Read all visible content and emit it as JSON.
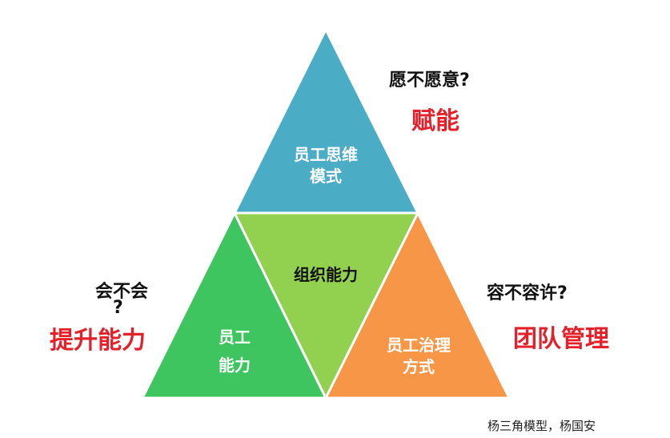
{
  "triangles": {
    "top": {
      "line1": "员工思维",
      "line2": "模式",
      "color": "#4bacc6"
    },
    "center": {
      "label": "组织能力",
      "color": "#92d050"
    },
    "left": {
      "line1": "员工",
      "line2": "能力",
      "color": "#3fc55f"
    },
    "right": {
      "line1": "员工治理",
      "line2": "方式",
      "color": "#f79646"
    }
  },
  "annotations": {
    "top_right": {
      "question": "愿不愿意?",
      "answer": "赋能"
    },
    "left": {
      "question_line1": "会不会",
      "question_line2": "?",
      "answer": "提升能力"
    },
    "right": {
      "question": "容不容许?",
      "answer": "团队管理"
    }
  },
  "credit": "杨三角模型，杨国安",
  "colors": {
    "red_text": "#e4202a",
    "triangle_stroke": "#ffffff"
  }
}
